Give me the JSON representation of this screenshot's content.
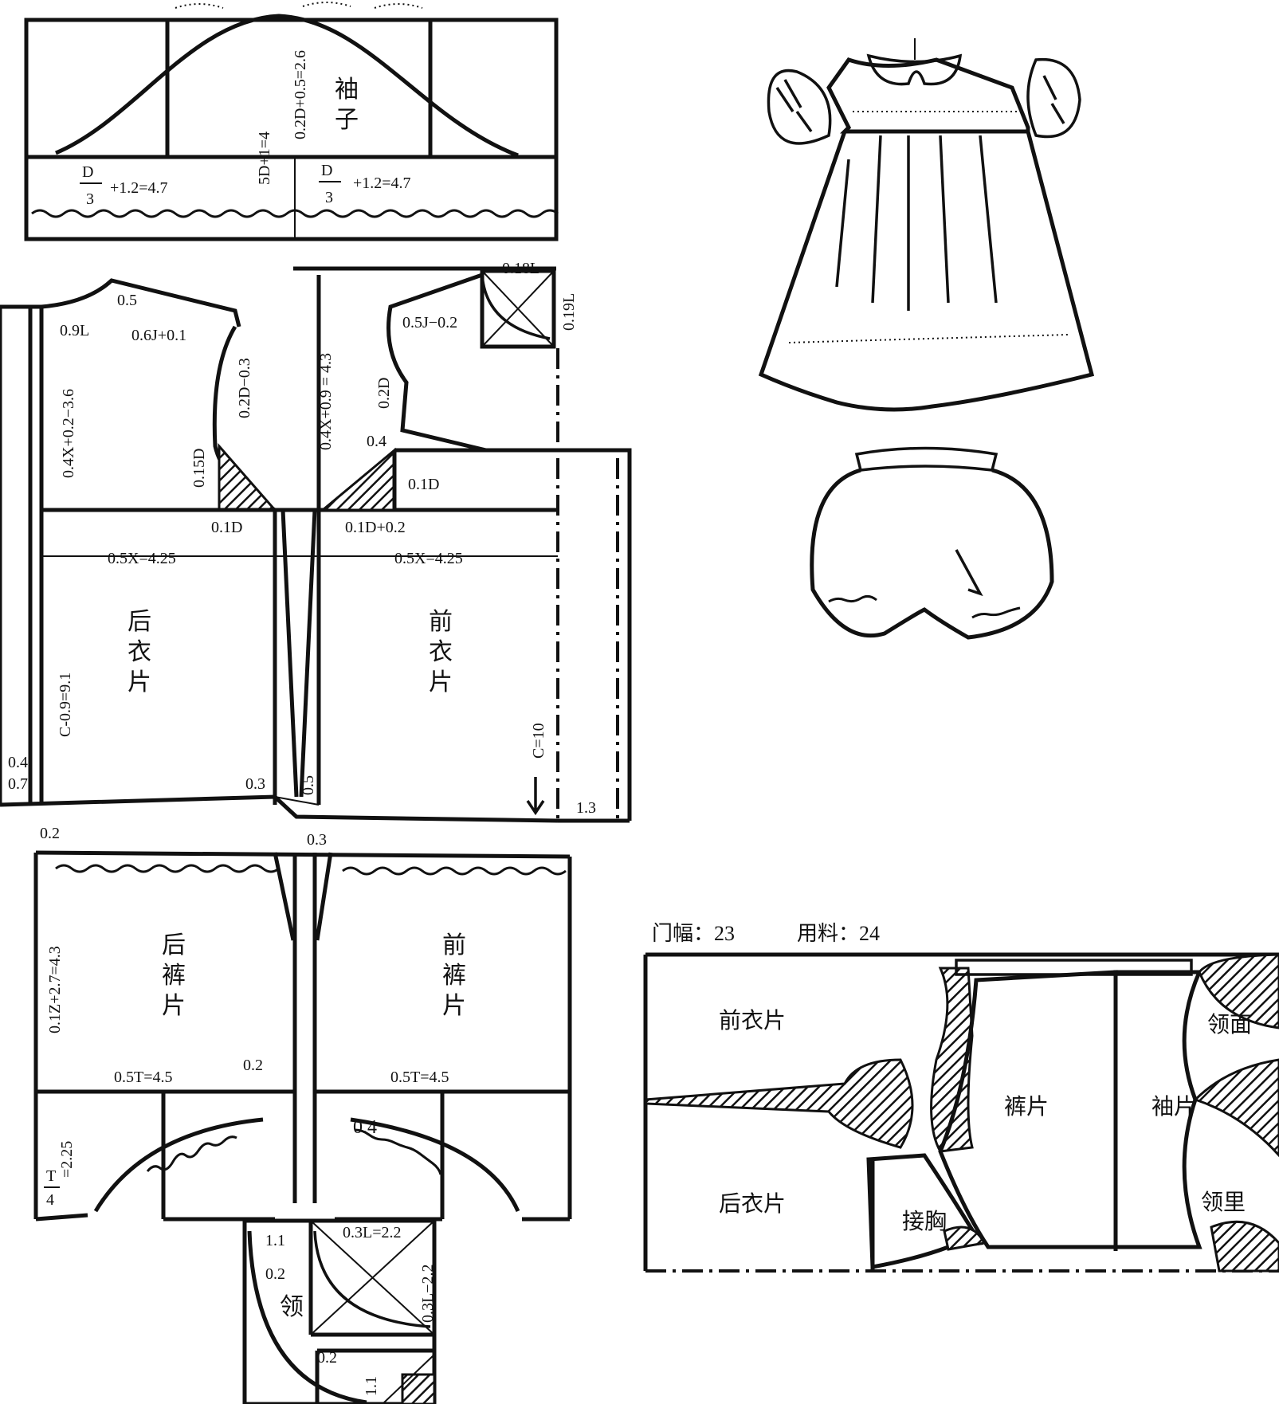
{
  "sleeve": {
    "title": "袖子",
    "cap_height": "0.2D+0.5=2.6",
    "length": "5D+1=4",
    "left_width": "+1.2=4.7",
    "right_width": "+1.2=4.7",
    "frac_num": "D",
    "frac_den": "3"
  },
  "bodice": {
    "back_title": "后衣片",
    "front_title": "前衣片",
    "back_shoulder": "0.5",
    "back_neck_width": "0.9L",
    "back_shoulder_drop": "0.6J+0.1",
    "back_depth": "0.4X+0.2−3.6",
    "back_armhole": "0.2D−0.3",
    "back_armhole_gap": "0.15D",
    "back_ext": "0.1D",
    "back_chest": "0.5X=4.25",
    "back_length": "C-0.9=9.1",
    "back_hem_a": "0.4",
    "back_hem_b": "0.7",
    "back_hem_c": "0.3",
    "armhole_depth": "0.4X+0.9 = 4.3",
    "front_neck_width": "0.18L",
    "front_neck_depth": "0.19L",
    "front_shoulder": "0.5J−0.2",
    "front_armhole": "0.2D",
    "front_point": "0.4",
    "front_yoke": "0.1D",
    "front_ext": "0.1D+0.2",
    "front_chest": "0.5X=4.25",
    "front_length": "C=10",
    "front_hem_mid": "0.5",
    "front_hem_right": "1.3",
    "hem_left": "0.2",
    "hem_mid": "0.3"
  },
  "pants": {
    "back_title": "后裤片",
    "front_title": "前裤片",
    "rise": "0.1Z+2.7=4.3",
    "back_hip": "0.5T=4.5",
    "front_hip": "0.5T=4.5",
    "back_crotch": "0.2",
    "front_crotch": "0.4",
    "crotch_ext": "=2.25",
    "frac_num": "T",
    "frac_den": "4"
  },
  "collar": {
    "title": "领",
    "a": "1.1",
    "b": "0.2",
    "c": "0.3L=2.2",
    "d": "0.3L−2.2",
    "e": "0.2",
    "f": "1.1"
  },
  "layout": {
    "door_width": "门幅：23",
    "fabric": "用料：24",
    "front_bodice": "前衣片",
    "back_bodice": "后衣片",
    "pants_piece": "裤片",
    "sleeve_piece": "袖片",
    "yoke": "接胸",
    "collar_top": "领面",
    "collar_under": "领里"
  }
}
